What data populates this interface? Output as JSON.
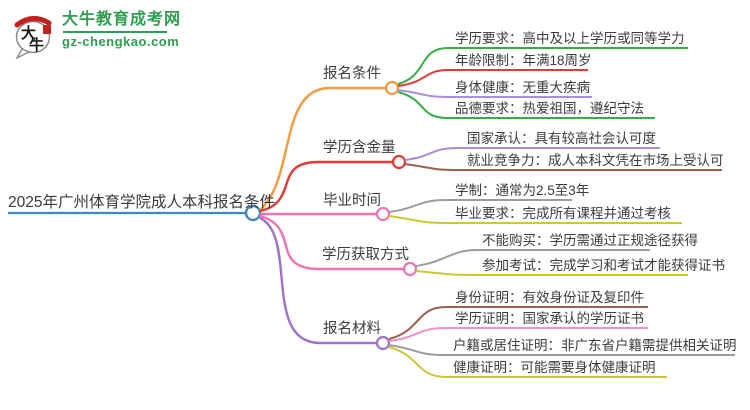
{
  "logo": {
    "icon": "dainiu-speech-bubble-logo",
    "icon_char1": "大",
    "icon_char2": "牛",
    "title": "大牛教育成考网",
    "subtitle": "gz-chengkao.com",
    "brand_green": "#2f9e4f",
    "seal_red": "#c4201e"
  },
  "map": {
    "root": {
      "label": "2025年广州体育学院成人本科报名条件",
      "color": "#3e86c6"
    },
    "branches": [
      {
        "label": "报名条件",
        "color": "#f59a3e",
        "children": [
          {
            "text": "学历要求：高中及以上学历或同等学力",
            "color": "#34ad44"
          },
          {
            "text": "年龄限制：年满18周岁",
            "color": "#e23a34"
          },
          {
            "text": "身体健康：无重大疾病",
            "color": "#a98ed8"
          },
          {
            "text": "品德要求：热爱祖国，遵纪守法",
            "color": "#34ad44"
          }
        ]
      },
      {
        "label": "学历含金量",
        "color": "#e23a34",
        "children": [
          {
            "text": "国家承认：具有较高社会认可度",
            "color": "#a98ed8"
          },
          {
            "text": "就业竞争力：成人本科文凭在市场上受认可",
            "color": "#9d6050"
          }
        ]
      },
      {
        "label": "毕业时间",
        "color": "#f273b4",
        "children": [
          {
            "text": "学制：通常为2.5至3年",
            "color": "#9c9c9c"
          },
          {
            "text": "毕业要求：完成所有课程并通过考核",
            "color": "#cbc832"
          }
        ]
      },
      {
        "label": "学历获取方式",
        "color": "#f273b4",
        "children": [
          {
            "text": "不能购买：学历需通过正规途径获得",
            "color": "#9c9c9c"
          },
          {
            "text": "参加考试：完成学习和考试才能获得证书",
            "color": "#cbc832"
          }
        ]
      },
      {
        "label": "报名材料",
        "color": "#9e72cc",
        "children": [
          {
            "text": "身份证明：有效身份证及复印件",
            "color": "#9d6050"
          },
          {
            "text": "学历证明：国家承认的学历证书",
            "color": "#f48fc8"
          },
          {
            "text": "户籍或居住证明：非广东省户籍需提供相关证明",
            "color": "#9c9c9c"
          },
          {
            "text": "健康证明：可能需要身体健康证明",
            "color": "#cbc832"
          }
        ]
      }
    ]
  }
}
